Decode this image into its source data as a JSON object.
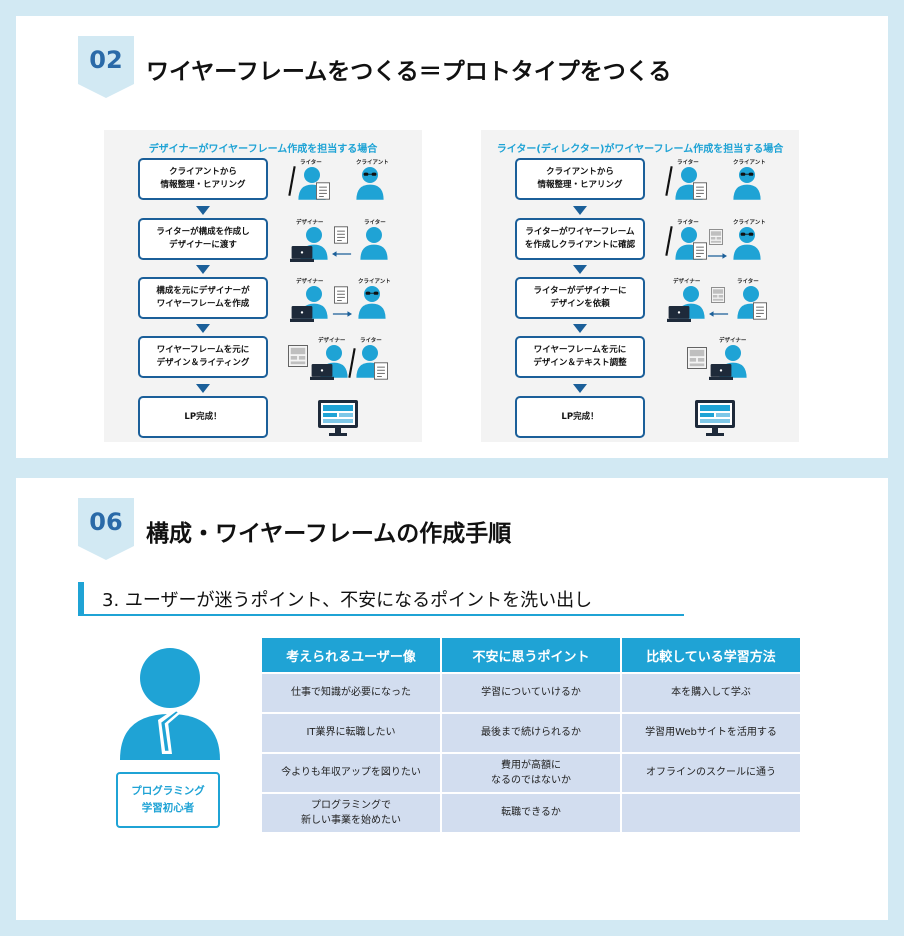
{
  "section1": {
    "number": "02",
    "title": "ワイヤーフレームをつくる＝プロトタイプをつくる",
    "left_panel": {
      "title": "デザイナーがワイヤーフレーム作成を担当する場合",
      "steps": [
        "クライアントから\n情報整理・ヒアリング",
        "ライターが構成を作成し\nデザイナーに渡す",
        "構成を元にデザイナーが\nワイヤーフレームを作成",
        "ワイヤーフレームを元に\nデザイン＆ライティング",
        "LP完成！"
      ],
      "roles": {
        "r1a": "ライター",
        "r1b": "クライアント",
        "r2a": "デザイナー",
        "r2b": "ライター",
        "r3a": "デザイナー",
        "r3b": "クライアント",
        "r4a": "デザイナー",
        "r4b": "ライター"
      }
    },
    "right_panel": {
      "title": "ライター(ディレクター)がワイヤーフレーム作成を担当する場合",
      "steps": [
        "クライアントから\n情報整理・ヒアリング",
        "ライターがワイヤーフレーム\nを作成しクライアントに確認",
        "ライターがデザイナーに\nデザインを依頼",
        "ワイヤーフレームを元に\nデザイン＆テキスト調整",
        "LP完成！"
      ],
      "roles": {
        "r1a": "ライター",
        "r1b": "クライアント",
        "r2a": "ライター",
        "r2b": "クライアント",
        "r3a": "デザイナー",
        "r3b": "ライター",
        "r4a": "デザイナー"
      }
    }
  },
  "section2": {
    "number": "06",
    "title": "構成・ワイヤーフレームの作成手順",
    "subheading": "3. ユーザーが迷うポイント、不安になるポイントを洗い出し",
    "user_label": "プログラミング\n学習初心者",
    "table": {
      "headers": [
        "考えられるユーザー像",
        "不安に思うポイント",
        "比較している学習方法"
      ],
      "rows": [
        [
          "仕事で知識が必要になった",
          "学習についていけるか",
          "本を購入して学ぶ"
        ],
        [
          "IT業界に転職したい",
          "最後まで続けられるか",
          "学習用Webサイトを活用する"
        ],
        [
          "今よりも年収アップを図りたい",
          "費用が高額に\nなるのではないか",
          "オフラインのスクールに通う"
        ],
        [
          "プログラミングで\n新しい事業を始めたい",
          "転職できるか",
          ""
        ]
      ]
    }
  },
  "colors": {
    "accent": "#1fa3d5",
    "navy": "#1b5f99",
    "badge_bg": "#d2e9f3",
    "table_cell": "#d2ddef"
  }
}
